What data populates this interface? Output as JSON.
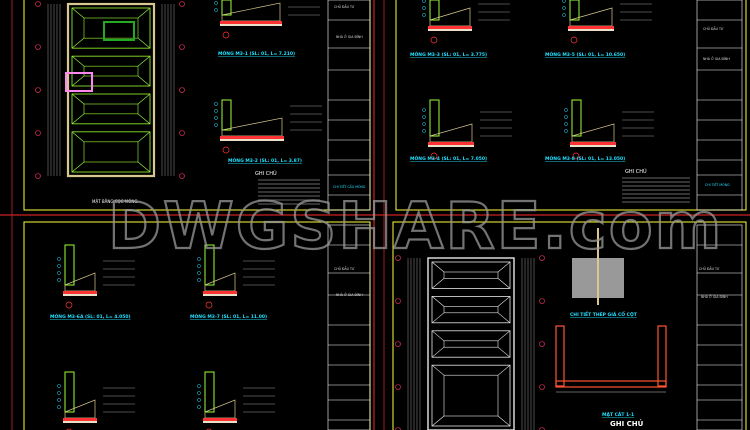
{
  "watermark": "DWGSHARE.com",
  "colors": {
    "background": "#000000",
    "sheet_border": "#ffff33",
    "viewport_divider": "#cc2222",
    "label": "#22e0ff",
    "beam": "#9bff33",
    "wall": "#d8c890",
    "rebar": "#ff3333"
  },
  "panels": [
    {
      "plan_title": "MẶT BẰNG CỌC MÓNG",
      "details": [
        "MÓNG M3-1 (SL: 01, L= 7.210)",
        "MÓNG M3-2 (SL: 01, L= 3.87)"
      ],
      "notes_title": "GHI CHÚ",
      "title_block": {
        "owner": "CHỦ ĐẦU TƯ",
        "project": "NHÀ Ở GIA ĐÌNH",
        "sheet_title": "CHI TIẾT CẤU MÓNG"
      }
    },
    {
      "details": [
        "MÓNG M3-3 (SL: 01, L= 3.775)",
        "MÓNG M3-5 (SL: 01, L= 10.650)",
        "MÓNG M3-4 (SL: 01, L= 7.050)",
        "MÓNG M3-8 (SL: 01, L= 13.050)"
      ],
      "notes_title": "GHI CHÚ",
      "title_block": {
        "owner": "CHỦ ĐẦU TƯ",
        "project": "NHÀ Ở GIA ĐÌNH",
        "sheet_title": "CHI TIẾT MÓNG"
      }
    },
    {
      "details": [
        "MÓNG M3-6A (SL: 01, L= 4.050)",
        "MÓNG M3-7 (SL: 01, L= 11.00)"
      ],
      "title_block": {
        "owner": "CHỦ ĐẦU TƯ",
        "project": "NHÀ Ở GIA ĐÌNH"
      }
    },
    {
      "details": [
        "CHI TIẾT THÉP GIẢ CỔ CỘT",
        "MẶT CẮT 1-1"
      ],
      "notes_title": "GHI CHÚ",
      "title_block": {
        "owner": "CHỦ ĐẦU TƯ",
        "project": "NHÀ Ở GIA ĐÌNH"
      }
    }
  ]
}
